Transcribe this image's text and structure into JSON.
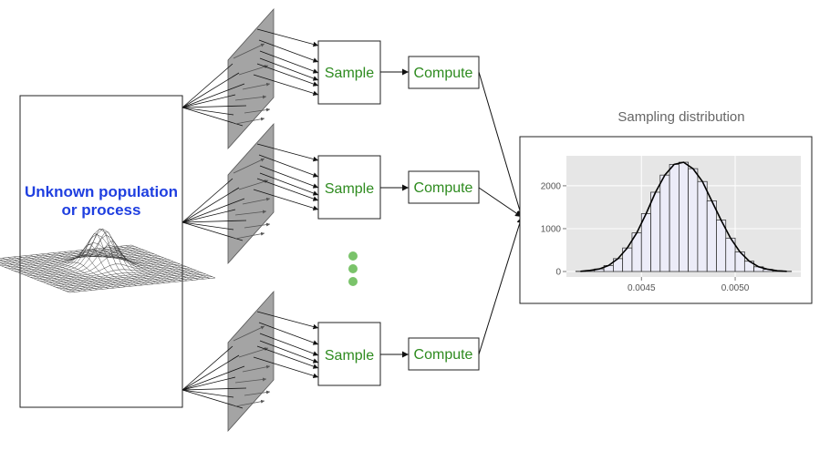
{
  "population": {
    "label_line1": "Unknown population",
    "label_line2": "or process"
  },
  "pipeline": {
    "sample_label": "Sample",
    "compute_label": "Compute"
  },
  "ellipsis_dots": 3,
  "colors": {
    "text_green": "#2e8b1f",
    "population_blue": "#1f3fe0",
    "plane_gray": "#9a9a9a",
    "dot_green": "#7ac36a",
    "hist_fill": "#ececf8",
    "plot_bg": "#e6e6e6"
  },
  "chart_data": {
    "type": "bar",
    "title": "Sampling distribution",
    "xlabel": "",
    "ylabel": "",
    "xlim": [
      0.0041,
      0.00535
    ],
    "ylim": [
      0,
      2700
    ],
    "x_ticks": [
      "0.0045",
      "0.0050"
    ],
    "x_tick_values": [
      0.0045,
      0.005
    ],
    "y_ticks": [
      "0",
      "1000",
      "2000"
    ],
    "y_tick_values": [
      0,
      1000,
      2000
    ],
    "bin_width": 5e-05,
    "bin_starts": [
      0.00415,
      0.0042,
      0.00425,
      0.0043,
      0.00435,
      0.0044,
      0.00445,
      0.0045,
      0.00455,
      0.0046,
      0.00465,
      0.0047,
      0.00475,
      0.0048,
      0.00485,
      0.0049,
      0.00495,
      0.005,
      0.00505,
      0.0051,
      0.00515,
      0.0052,
      0.00525
    ],
    "values": [
      5,
      25,
      60,
      140,
      300,
      550,
      900,
      1350,
      1850,
      2250,
      2500,
      2550,
      2400,
      2100,
      1650,
      1200,
      780,
      460,
      240,
      110,
      50,
      18,
      5
    ],
    "density_curve": true,
    "grid": true
  }
}
